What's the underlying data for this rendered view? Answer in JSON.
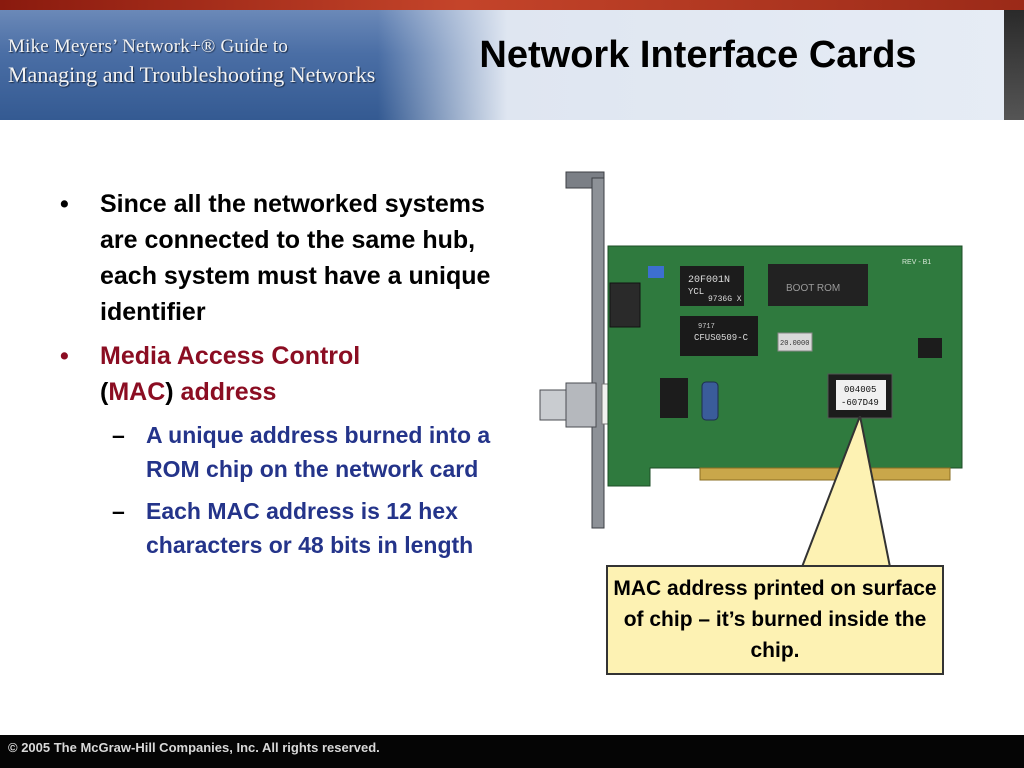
{
  "header": {
    "brand_line1": "Mike Meyers’ Network+® Guide to",
    "brand_line2": "Managing and Troubleshooting Networks",
    "title": "Network Interface Cards"
  },
  "bullets": [
    {
      "bullet": "•",
      "text": "Since all the networked systems are connected to the same hub, each system must have a unique identifier"
    },
    {
      "bullet": "•",
      "text_a": "Media Access Control",
      "paren_open": "(",
      "mac": "MAC",
      "paren_close": ")",
      "text_b": "address"
    }
  ],
  "subbullets": [
    {
      "dash": "–",
      "text": "A unique address burned into a ROM chip on the network card"
    },
    {
      "dash": "–",
      "text": "Each MAC address is 12 hex characters or 48 bits in length"
    }
  ],
  "nic_image": {
    "chip_labels": [
      "20F001N",
      "YCL",
      "9736G X",
      "CFUS0509-C",
      "9717",
      "BOOT ROM",
      "20.0000",
      "004005",
      "-607D49",
      "REV - B1"
    ]
  },
  "callout": {
    "text": "MAC address printed on surface of chip – it’s burned inside the chip."
  },
  "footer": {
    "copyright": "© 2005 The McGraw-Hill Companies, Inc.  All rights reserved."
  },
  "colors": {
    "accent_red": "#8b0d22",
    "sub_blue": "#24348a",
    "callout_bg": "#fdf2b3",
    "pcb_green": "#2f7a3e"
  }
}
